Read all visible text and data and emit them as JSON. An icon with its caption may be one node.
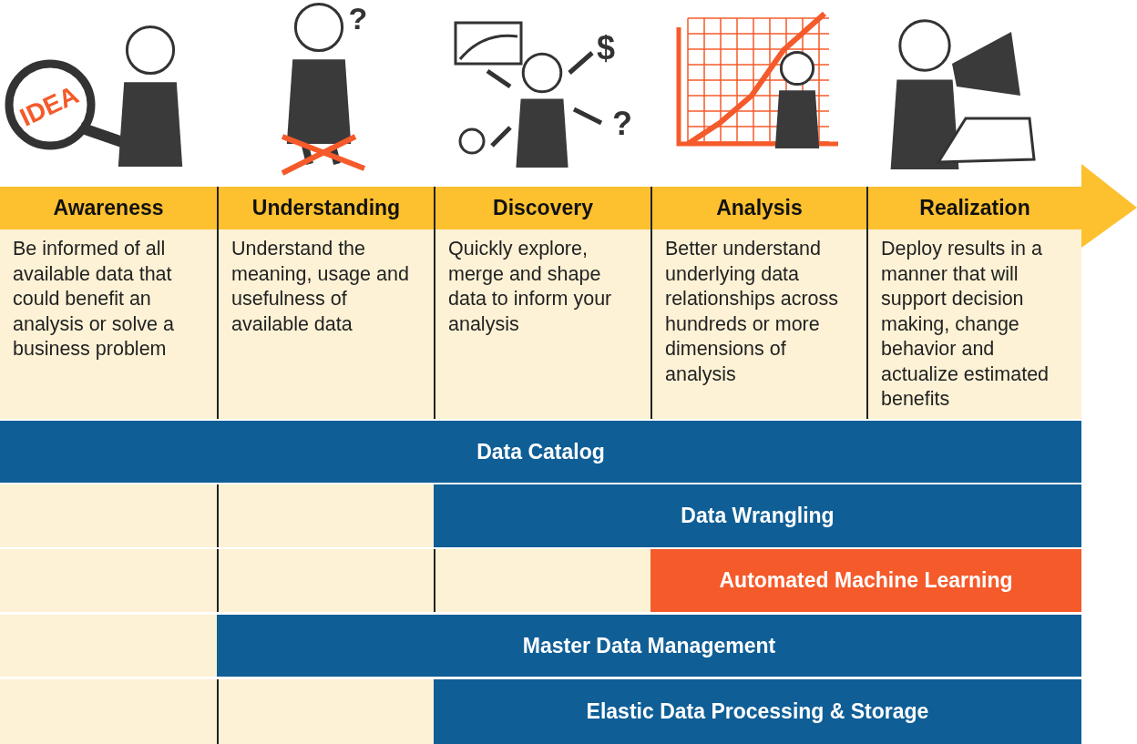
{
  "diagram": {
    "nodes": [
      {
        "text": [
          "Awareness",
          "Be informed of all available data that could benefit an analysis or solve a business problem"
        ]
      },
      {
        "text": [
          "Understanding",
          "Understand the meaning, usage and usefulness of available data"
        ]
      },
      {
        "text": [
          "Discovery",
          "Quickly explore, merge and shape data to inform your analysis"
        ]
      },
      {
        "text": [
          "Analysis",
          "Better understand underlying data relationships across hundreds or more dimensions of analysis"
        ]
      },
      {
        "text": [
          "Realization",
          "Deploy results in a manner that will support decision making, change behavior and actualize estimated benefits"
        ]
      },
      {
        "text": [
          "Data Catalog"
        ]
      },
      {
        "text": [
          "Data Wrangling"
        ]
      },
      {
        "text": [
          "Automated Machine Learning"
        ]
      },
      {
        "text": [
          "Master Data Management"
        ]
      },
      {
        "text": [
          "Elastic Data Processing & Storage"
        ]
      }
    ],
    "edges": [],
    "labels": [
      "IDEA",
      "?",
      "$",
      "?"
    ]
  }
}
